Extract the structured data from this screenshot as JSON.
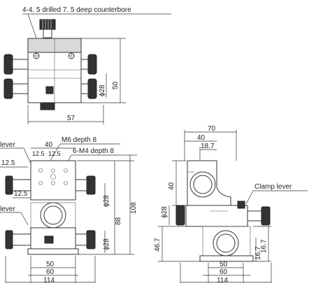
{
  "labels": {
    "counterbore": "4-4. 5 drilled 7. 5 deep counterbore",
    "m6": "M6 depth 8",
    "m4": "6-M4 depth 8",
    "clamp_lever_right": "Clamp lever",
    "lever_top_left": "lever",
    "lever_mid_left": "lever"
  },
  "top_view": {
    "dim_width": "57",
    "dim_phi": "ϕ28",
    "dim_height": "50"
  },
  "front_view": {
    "dim_40": "40",
    "dim_12_5_a": "12.5",
    "dim_12_5_b": "12.5",
    "dim_left_12_5": "12.5",
    "dim_left_12_5_b": "12.5",
    "dim_phi_a": "ϕ28",
    "dim_phi_b": "ϕ28",
    "dim_88": "88",
    "dim_108": "108",
    "dim_50": "50",
    "dim_60": "60",
    "dim_114": "114"
  },
  "side_view": {
    "dim_70": "70",
    "dim_40": "40",
    "dim_18_7": "18.7",
    "dim_40_v": "40",
    "dim_phi": "ϕ28",
    "dim_46_7": "46.7",
    "dim_50": "50",
    "dim_60": "60",
    "dim_114": "114",
    "dim_16_7_a": "16.7",
    "dim_16_7_b": "16.7"
  }
}
